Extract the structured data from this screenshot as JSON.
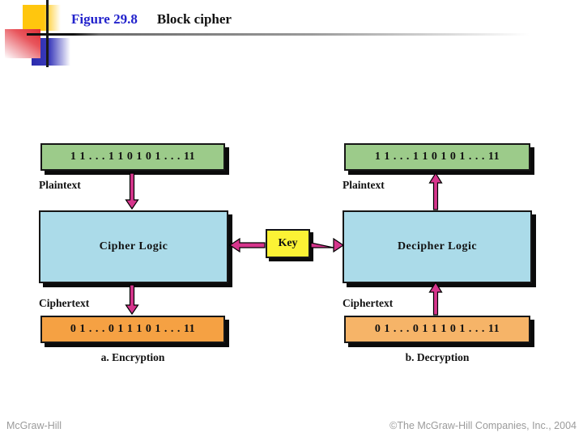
{
  "header": {
    "figure_label": "Figure 29.8",
    "figure_title": "Block cipher"
  },
  "diagram": {
    "key_label": "Key",
    "encryption": {
      "plaintext_bits": "1 1 . . . 1 1 0 1 0 1 . . . 11",
      "plaintext_label": "Plaintext",
      "logic_label": "Cipher Logic",
      "ciphertext_label": "Ciphertext",
      "ciphertext_bits": "0 1 . . . 0 1 1 1 0 1 . . . 11",
      "caption": "a. Encryption"
    },
    "decryption": {
      "plaintext_bits": "1 1 . . . 1 1 0 1 0 1 . . . 11",
      "plaintext_label": "Plaintext",
      "logic_label": "Decipher Logic",
      "ciphertext_label": "Ciphertext",
      "ciphertext_bits": "0 1 . . . 0 1 1 1 0 1 . . . 11",
      "caption": "b. Decryption"
    }
  },
  "footer": {
    "publisher": "McGraw-Hill",
    "copyright": "©The McGraw-Hill Companies, Inc., 2004"
  },
  "colors": {
    "figure_label": "#2222CC",
    "plaintext_box": "#9CCB8A",
    "logic_box": "#ABDBE9",
    "key_box": "#FCF235",
    "ciphertext_box_encrypt": "#F5A143",
    "ciphertext_box_decrypt": "#F6B468",
    "arrow": "#D6358C",
    "footer_text": "#9B9B9B"
  }
}
